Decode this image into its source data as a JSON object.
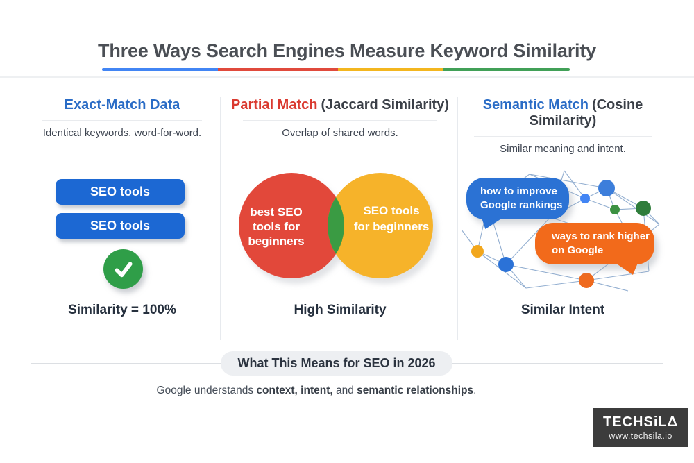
{
  "colors": {
    "google_blue": "#4285f4",
    "google_red": "#e04a3c",
    "google_yellow": "#f3b61f",
    "google_green": "#41a057",
    "heading_blue": "#2a6cc6",
    "heading_red": "#da3a30",
    "button_blue": "#1c68d3",
    "check_green": "#2f9e48",
    "venn_red": "#e2483a",
    "venn_yellow": "#f6b32a",
    "venn_overlap_green": "#3a9b43",
    "bubble_blue": "#2b72d4",
    "bubble_orange": "#f26a1b",
    "dark_text": "#26303e"
  },
  "title": {
    "text": "Three Ways Search Engines Measure Keyword Similarity"
  },
  "columns": [
    {
      "heading": "Exact-Match Data",
      "heading_suffix": "",
      "subtitle": "Identical keywords, word-for-word.",
      "button1": "SEO tools",
      "button2": "SEO tools",
      "result": "Similarity = 100%"
    },
    {
      "heading": "Partial Match",
      "heading_suffix": "(Jaccard Similarity)",
      "subtitle": "Overlap of shared words.",
      "venn": {
        "left_lines": [
          "best SEO",
          "tools for",
          "beginners"
        ],
        "right_lines": [
          "SEO tools",
          "for beginners"
        ]
      },
      "result": "High Similarity"
    },
    {
      "heading": "Semantic Match",
      "heading_suffix": "(Cosine Similarity)",
      "subtitle": "Similar meaning and intent.",
      "bubble_blue": "how to improve Google rankings",
      "bubble_orange": "ways to rank higher on Google",
      "result": "Similar Intent"
    }
  ],
  "footer": {
    "pill": "What This Means for SEO in 2026",
    "sentence": [
      {
        "text": "Google understands "
      },
      {
        "text": "context, intent,"
      },
      {
        "text": " and "
      },
      {
        "text": "semantic relationships"
      },
      {
        "text": "."
      }
    ]
  },
  "brand": {
    "name": "TECHSiLΔ",
    "url": "www.techsila.io"
  }
}
